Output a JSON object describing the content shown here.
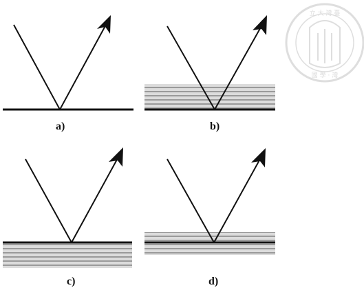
{
  "panels": [
    {
      "id": "a",
      "label": "a)",
      "layers": "none"
    },
    {
      "id": "b",
      "label": "b)",
      "layers": "above"
    },
    {
      "id": "c",
      "label": "c)",
      "layers": "below"
    },
    {
      "id": "d",
      "label": "d)",
      "layers": "both"
    }
  ],
  "watermark": {
    "kind": "university seal",
    "text_top": "立 大 灣 臺",
    "text_bottom": "國 學 · 灣"
  },
  "colors": {
    "line": "#111111",
    "layer_fill": "#d4d4d4",
    "layer_stripe": "#9e9e9e",
    "seal": "#c4c4c4"
  }
}
